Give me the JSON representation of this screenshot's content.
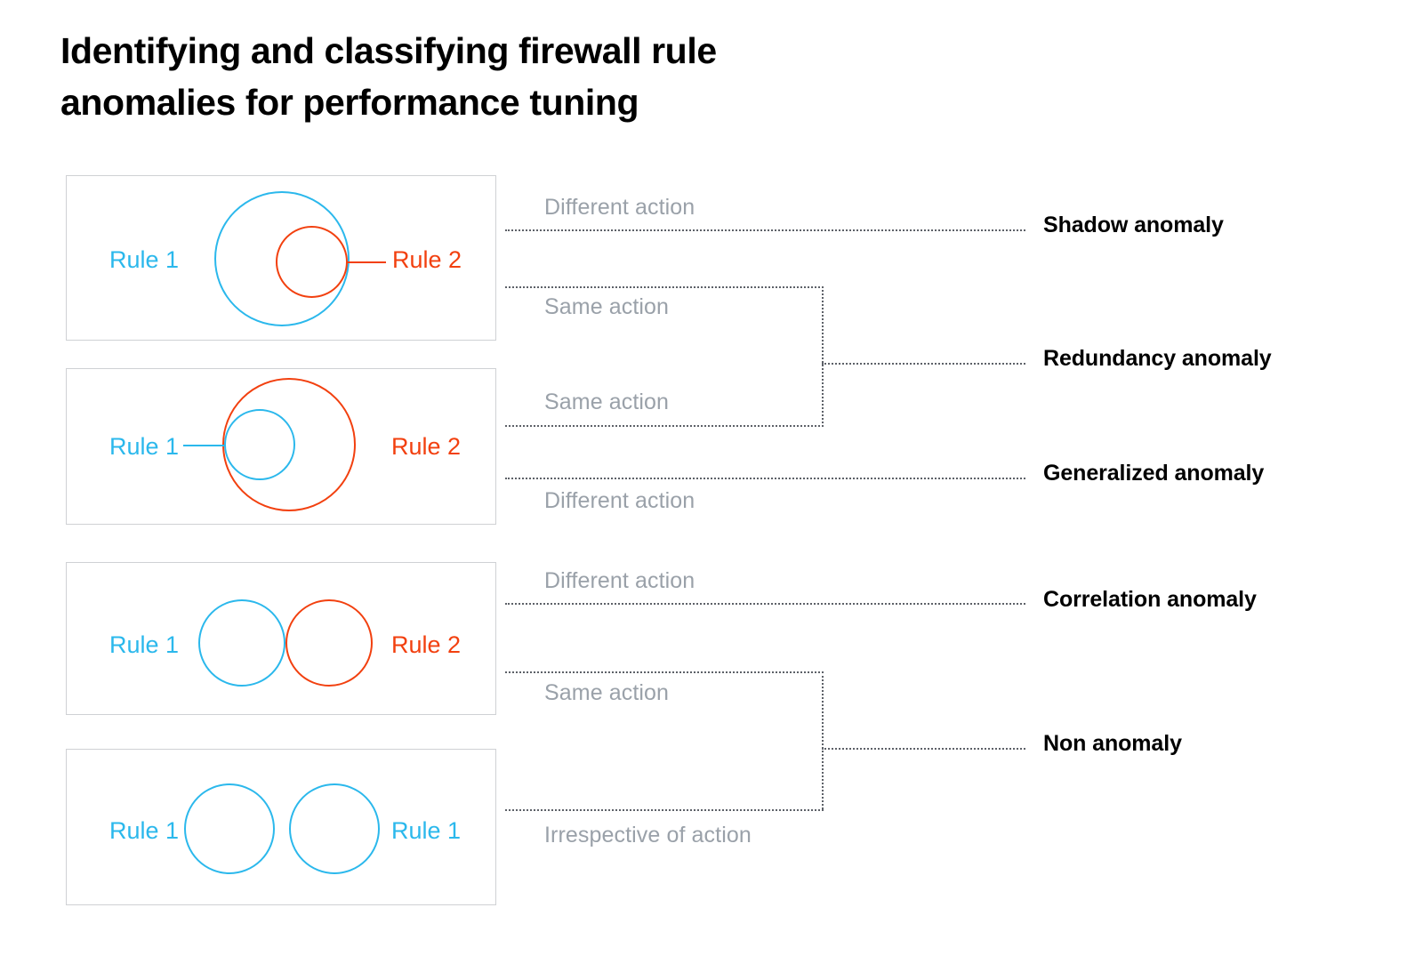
{
  "title": "Identifying and classifying firewall rule\nanomalies for performance tuning",
  "colors": {
    "rule1": "#2bb8ec",
    "rule2": "#f2400f",
    "connector": "#5d6168",
    "action_text": "#9aa1a9",
    "anomaly_text": "#000000",
    "panel_border": "#cfd1d4",
    "background": "#ffffff"
  },
  "panels": [
    {
      "id": "panel-1",
      "name": "shadow-case",
      "description": "Large Rule 1 circle fully containing a smaller Rule 2 circle",
      "labels": [
        {
          "text": "Rule 1",
          "series": "rule1"
        },
        {
          "text": "Rule 2",
          "series": "rule2"
        }
      ]
    },
    {
      "id": "panel-2",
      "name": "generalization-case",
      "description": "Large Rule 2 circle fully containing a smaller Rule 1 circle",
      "labels": [
        {
          "text": "Rule 1",
          "series": "rule1"
        },
        {
          "text": "Rule 2",
          "series": "rule2"
        }
      ]
    },
    {
      "id": "panel-3",
      "name": "correlation-case",
      "description": "Rule 1 and Rule 2 circles of equal size touching each other",
      "labels": [
        {
          "text": "Rule 1",
          "series": "rule1"
        },
        {
          "text": "Rule 2",
          "series": "rule2"
        }
      ]
    },
    {
      "id": "panel-4",
      "name": "disjoint-case",
      "description": "Two separate equal Rule 1 circles with no overlap",
      "labels": [
        {
          "text": "Rule 1",
          "series": "rule1"
        },
        {
          "text": "Rule 1",
          "series": "rule1"
        }
      ]
    }
  ],
  "actions": [
    {
      "id": "action-1",
      "text": "Different action",
      "from_panel": "panel-1",
      "to_anomaly": "shadow-anomaly"
    },
    {
      "id": "action-2",
      "text": "Same action",
      "from_panel": "panel-1",
      "to_anomaly": "redundancy-anomaly"
    },
    {
      "id": "action-3",
      "text": "Same action",
      "from_panel": "panel-2",
      "to_anomaly": "redundancy-anomaly"
    },
    {
      "id": "action-4",
      "text": "Different action",
      "from_panel": "panel-2",
      "to_anomaly": "generalized-anomaly"
    },
    {
      "id": "action-5",
      "text": "Different action",
      "from_panel": "panel-3",
      "to_anomaly": "correlation-anomaly"
    },
    {
      "id": "action-6",
      "text": "Same action",
      "from_panel": "panel-3",
      "to_anomaly": "non-anomaly"
    },
    {
      "id": "action-7",
      "text": "Irrespective of action",
      "from_panel": "panel-4",
      "to_anomaly": "non-anomaly"
    }
  ],
  "anomalies": [
    {
      "id": "shadow-anomaly",
      "text": "Shadow anomaly"
    },
    {
      "id": "redundancy-anomaly",
      "text": "Redundancy anomaly"
    },
    {
      "id": "generalized-anomaly",
      "text": "Generalized anomaly"
    },
    {
      "id": "correlation-anomaly",
      "text": "Correlation anomaly"
    },
    {
      "id": "non-anomaly",
      "text": "Non anomaly"
    }
  ]
}
